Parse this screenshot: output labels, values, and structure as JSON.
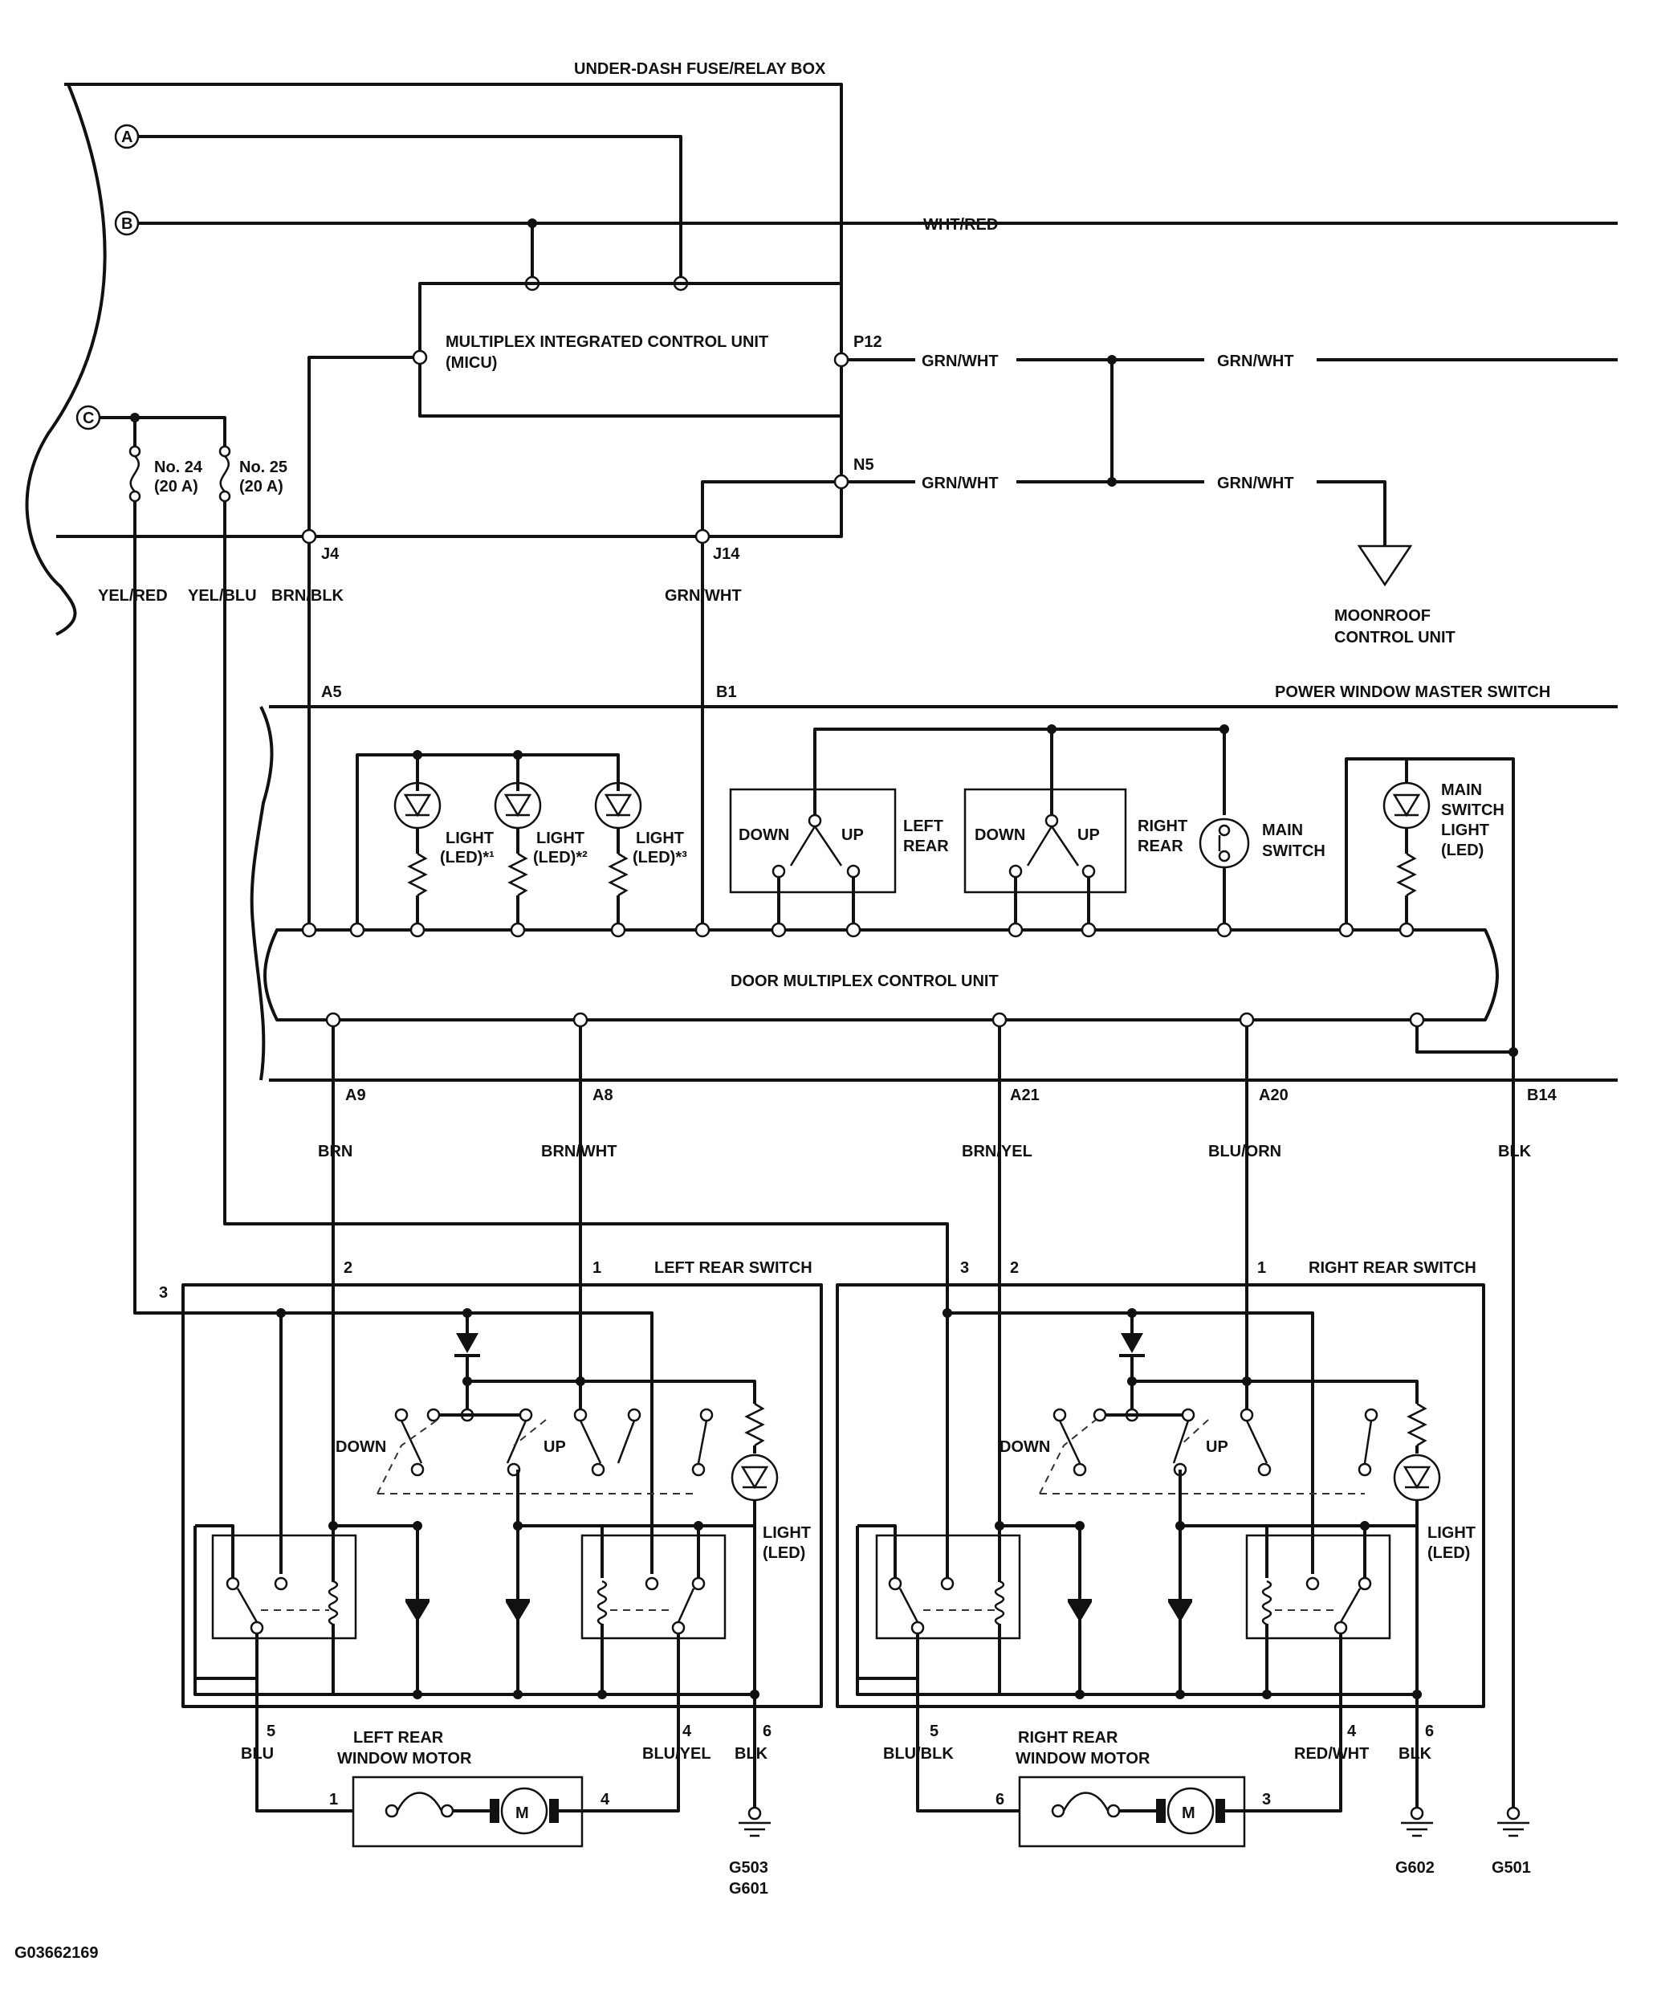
{
  "diagram_id": "G03662169",
  "fuse_box": {
    "title": "UNDER-DASH FUSE/RELAY BOX",
    "terminals": [
      "A",
      "B",
      "C"
    ],
    "fuses": [
      {
        "name": "No. 24",
        "rating": "(20 A)"
      },
      {
        "name": "No. 25",
        "rating": "(20 A)"
      }
    ],
    "micu": {
      "line1": "MULTIPLEX INTEGRATED CONTROL UNIT",
      "line2": "(MICU)"
    },
    "pins": {
      "p12": "P12",
      "n5": "N5",
      "j4": "J4",
      "j14": "J14"
    }
  },
  "wires": {
    "wht_red": "WHT/RED",
    "grn_wht": "GRN/WHT",
    "yel_red": "YEL/RED",
    "yel_blu": "YEL/BLU",
    "brn_blk": "BRN/BLK",
    "brn": "BRN",
    "brn_wht": "BRN/WHT",
    "brn_yel": "BRN/YEL",
    "blu_orn": "BLU/ORN",
    "blk": "BLK",
    "blu": "BLU",
    "blu_yel": "BLU/YEL",
    "blu_blk": "BLU/BLK",
    "red_wht": "RED/WHT"
  },
  "moonroof": {
    "line1": "MOONROOF",
    "line2": "CONTROL UNIT"
  },
  "master_switch": {
    "title": "POWER WINDOW MASTER SWITCH",
    "pins": {
      "a5": "A5",
      "b1": "B1",
      "a9": "A9",
      "a8": "A8",
      "a21": "A21",
      "a20": "A20",
      "b14": "B14"
    },
    "lights": [
      {
        "label": "LIGHT",
        "sub": "(LED)*¹"
      },
      {
        "label": "LIGHT",
        "sub": "(LED)*²"
      },
      {
        "label": "LIGHT",
        "sub": "(LED)*³"
      }
    ],
    "left_rear": {
      "down": "DOWN",
      "up": "UP",
      "line1": "LEFT",
      "line2": "REAR"
    },
    "right_rear": {
      "down": "DOWN",
      "up": "UP",
      "line1": "RIGHT",
      "line2": "REAR"
    },
    "main_switch": {
      "line1": "MAIN",
      "line2": "SWITCH"
    },
    "main_light": {
      "line1": "MAIN",
      "line2": "SWITCH",
      "line3": "LIGHT",
      "line4": "(LED)"
    },
    "dmcu": "DOOR MULTIPLEX CONTROL UNIT"
  },
  "left_rear_switch": {
    "title": "LEFT REAR SWITCH",
    "pins": [
      "3",
      "2",
      "1",
      "5",
      "4",
      "6"
    ],
    "down": "DOWN",
    "up": "UP",
    "light": "LIGHT",
    "led": "(LED)",
    "motor_line1": "LEFT REAR",
    "motor_line2": "WINDOW MOTOR",
    "motor_pins": [
      "1",
      "4"
    ]
  },
  "right_rear_switch": {
    "title": "RIGHT REAR SWITCH",
    "pins": [
      "3",
      "2",
      "1",
      "5",
      "4",
      "6"
    ],
    "down": "DOWN",
    "up": "UP",
    "light": "LIGHT",
    "led": "(LED)",
    "motor_line1": "RIGHT REAR",
    "motor_line2": "WINDOW MOTOR",
    "motor_pins": [
      "6",
      "3"
    ]
  },
  "motor_symbol": "M",
  "grounds": {
    "g503": "G503",
    "g601": "G601",
    "g602": "G602",
    "g501": "G501"
  }
}
